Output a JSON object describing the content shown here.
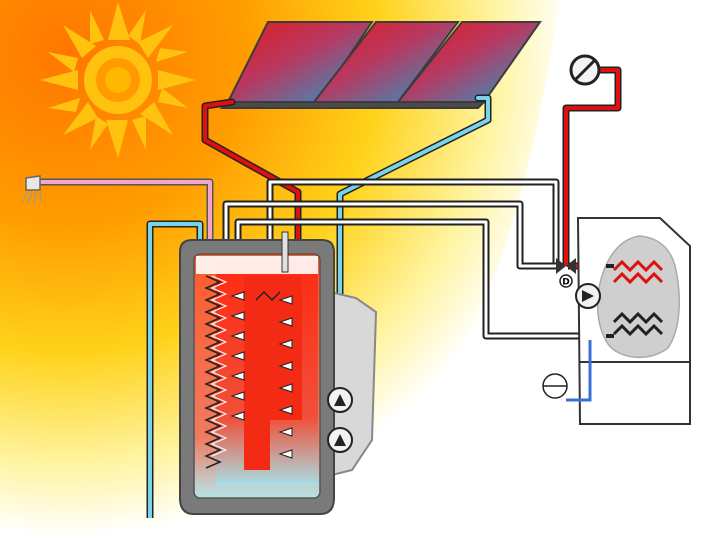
{
  "diagram": {
    "colors": {
      "hot": "#e01010",
      "cold": "#7ad3e8",
      "cold_return": "#3aa8d8",
      "pink": "#f4a6c8",
      "sun": "#ffc20e",
      "sky_orange": "#ff7a00",
      "sky_yellow": "#ffe21a",
      "tank_frame": "#6e6e6e",
      "collector_hot": "#e21a1a",
      "collector_cold": "#2aa0c8"
    },
    "components": {
      "sun": "sun-icon",
      "collectors": "solar-collector-panels",
      "storage_tank": "solar-storage-tank",
      "boiler": "auxiliary-boiler",
      "shower": "shower-head-icon",
      "pumps": "circulation-pump-icon",
      "controller": "temperature-controller-icon",
      "expansion_vessel": "expansion-vessel-icon"
    },
    "diverter_valve_label": "D"
  }
}
